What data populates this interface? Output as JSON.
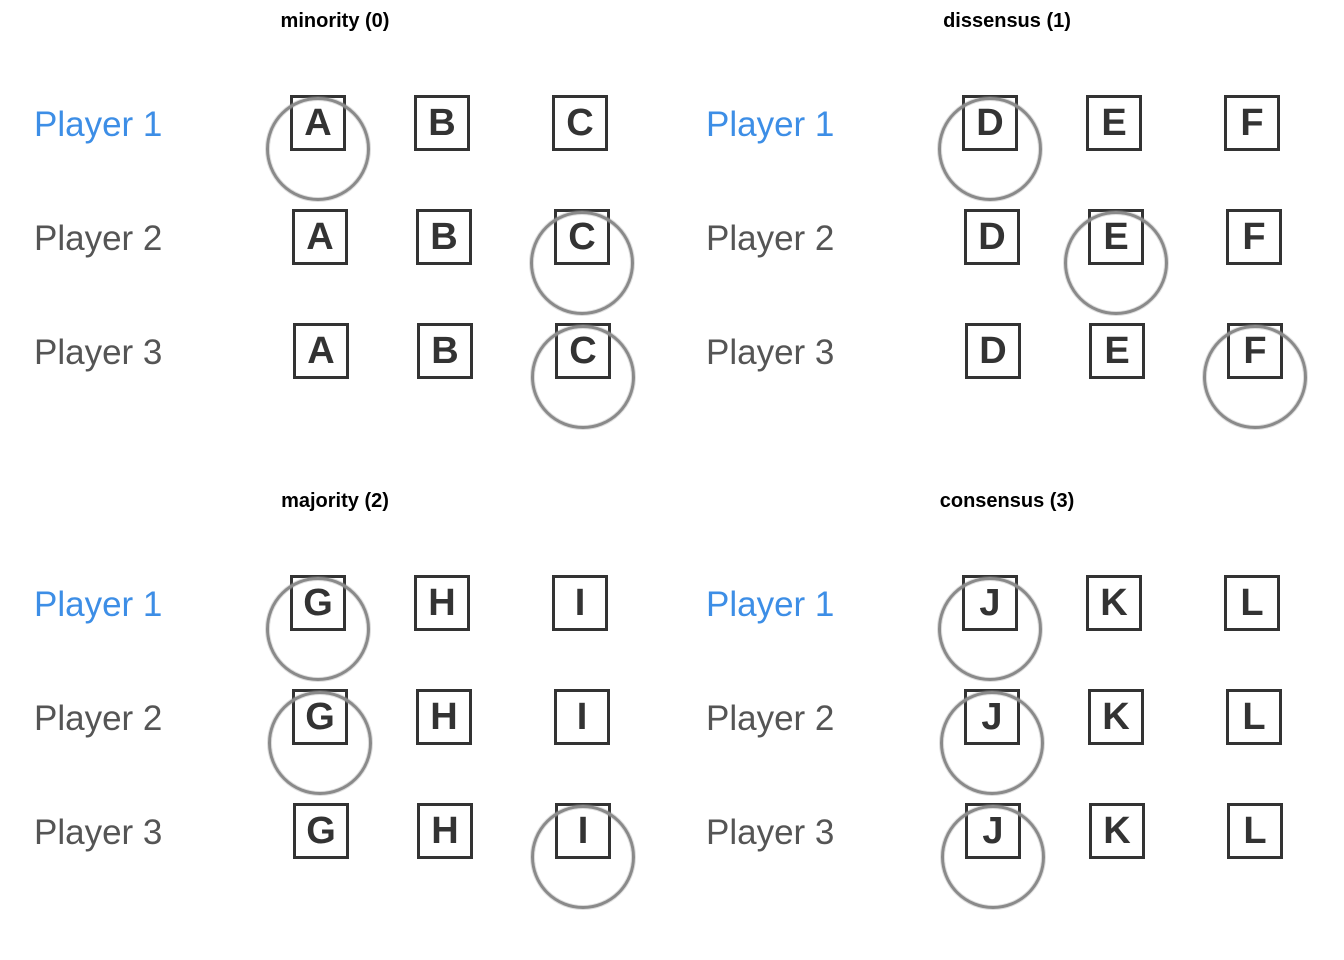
{
  "panels": [
    {
      "title": "minority (0)",
      "rows": [
        {
          "player": "Player 1",
          "highlight": true,
          "options": [
            "A",
            "B",
            "C"
          ],
          "selected": 0
        },
        {
          "player": "Player 2",
          "highlight": false,
          "options": [
            "A",
            "B",
            "C"
          ],
          "selected": 2
        },
        {
          "player": "Player 3",
          "highlight": false,
          "options": [
            "A",
            "B",
            "C"
          ],
          "selected": 2
        }
      ]
    },
    {
      "title": "dissensus (1)",
      "rows": [
        {
          "player": "Player 1",
          "highlight": true,
          "options": [
            "D",
            "E",
            "F"
          ],
          "selected": 0
        },
        {
          "player": "Player 2",
          "highlight": false,
          "options": [
            "D",
            "E",
            "F"
          ],
          "selected": 1
        },
        {
          "player": "Player 3",
          "highlight": false,
          "options": [
            "D",
            "E",
            "F"
          ],
          "selected": 2
        }
      ]
    },
    {
      "title": "majority (2)",
      "rows": [
        {
          "player": "Player 1",
          "highlight": true,
          "options": [
            "G",
            "H",
            "I"
          ],
          "selected": 0
        },
        {
          "player": "Player 2",
          "highlight": false,
          "options": [
            "G",
            "H",
            "I"
          ],
          "selected": 0
        },
        {
          "player": "Player 3",
          "highlight": false,
          "options": [
            "G",
            "H",
            "I"
          ],
          "selected": 2
        }
      ]
    },
    {
      "title": "consensus (3)",
      "rows": [
        {
          "player": "Player 1",
          "highlight": true,
          "options": [
            "J",
            "K",
            "L"
          ],
          "selected": 0
        },
        {
          "player": "Player 2",
          "highlight": false,
          "options": [
            "J",
            "K",
            "L"
          ],
          "selected": 0
        },
        {
          "player": "Player 3",
          "highlight": false,
          "options": [
            "J",
            "K",
            "L"
          ],
          "selected": 0
        }
      ]
    }
  ],
  "colors": {
    "highlight_player": "#3d8ee6",
    "player_text": "#555555",
    "box_border": "#333333",
    "selection_ring": "#8a8a8a"
  }
}
